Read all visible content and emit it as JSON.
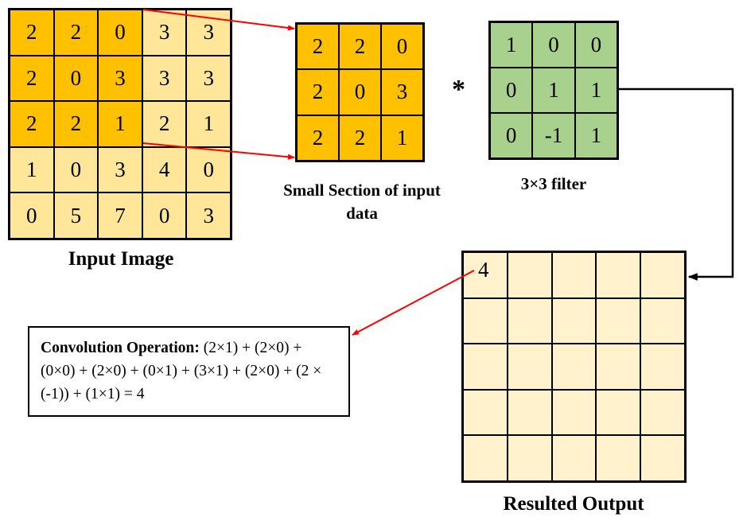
{
  "input_image": {
    "label": "Input Image",
    "rows": [
      [
        "2",
        "2",
        "0",
        "3",
        "3"
      ],
      [
        "2",
        "0",
        "3",
        "3",
        "3"
      ],
      [
        "2",
        "2",
        "1",
        "2",
        "1"
      ],
      [
        "1",
        "0",
        "3",
        "4",
        "0"
      ],
      [
        "0",
        "5",
        "7",
        "0",
        "3"
      ]
    ],
    "highlighted_section": "top-left 3x3"
  },
  "small_section": {
    "label": "Small Section of input data",
    "rows": [
      [
        "2",
        "2",
        "0"
      ],
      [
        "2",
        "0",
        "3"
      ],
      [
        "2",
        "2",
        "1"
      ]
    ]
  },
  "operator": "*",
  "filter": {
    "label": "3×3 filter",
    "rows": [
      [
        "1",
        "0",
        "0"
      ],
      [
        "0",
        "1",
        "1"
      ],
      [
        "0",
        "-1",
        "1"
      ]
    ]
  },
  "output": {
    "label": "Resulted Output",
    "rows": [
      [
        "4",
        "",
        "",
        "",
        ""
      ],
      [
        "",
        "",
        "",
        "",
        ""
      ],
      [
        "",
        "",
        "",
        "",
        ""
      ],
      [
        "",
        "",
        "",
        "",
        ""
      ],
      [
        "",
        "",
        "",
        "",
        ""
      ]
    ]
  },
  "convolution": {
    "title": "Convolution Operation:",
    "expression": "(2×1) + (2×0) + (0×0) + (2×0) + (0×1) + (3×1) + (2×0) + (2 × (-1)) + (1×1) = 4"
  },
  "colors": {
    "section_fill": "#ffc000",
    "input_fill": "#ffe699",
    "filter_fill": "#a9d18e",
    "output_fill": "#fff2cc",
    "arrow_red": "#ff0000"
  }
}
